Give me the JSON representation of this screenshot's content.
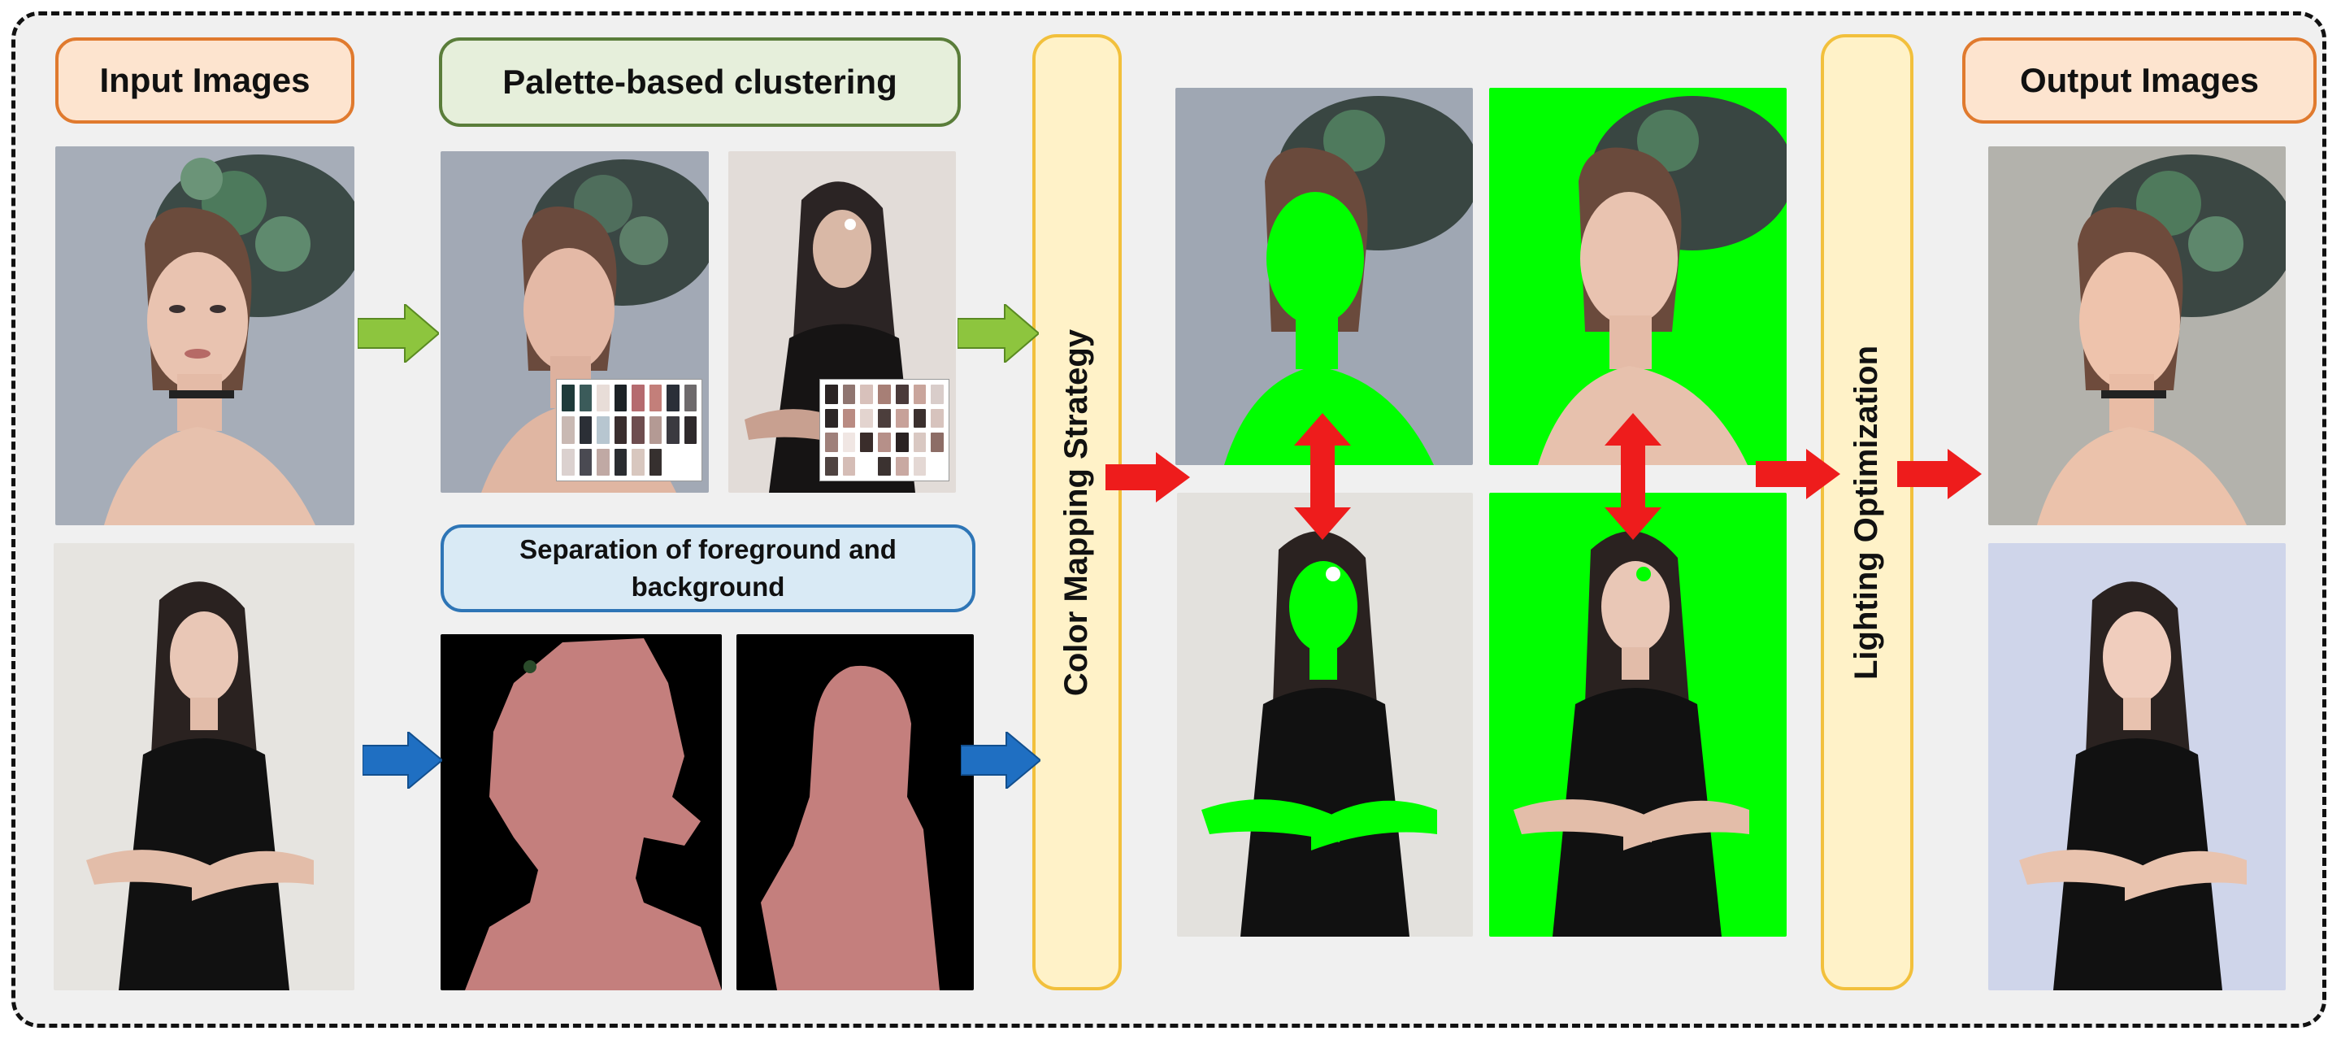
{
  "labels": {
    "input_images": "Input Images",
    "palette_clustering": "Palette-based clustering",
    "separation_line1": "Separation of foreground and",
    "separation_line2": "background",
    "color_mapping": "Color Mapping Strategy",
    "lighting": "Lighting Optimization",
    "output_images": "Output Images"
  },
  "colors": {
    "arrow_green": "#8dc53e",
    "arrow_blue": "#1f6fc2",
    "arrow_red": "#ee1c1c",
    "mask_fg": "#c47f7d",
    "mask_bg": "#000000",
    "green_screen": "#00ff00"
  },
  "palettes": {
    "palette1": [
      "#1f3b3a",
      "#3b5b5a",
      "#e8ddd8",
      "#1c2226",
      "#b56b6f",
      "#c37f7a",
      "#2a2f38",
      "#6e6a6c",
      "#c9b9b3",
      "#2b2f36",
      "#b7c6d0",
      "#3a2e2e",
      "#6e4d4f",
      "#b49a94",
      "#3b3a40",
      "#2f2a2c",
      "#dbd1cf",
      "#4a4a52",
      "#c0a9a4",
      "#2a2d31",
      "#d8c7bf",
      "#36302f",
      "#fff",
      "#fff"
    ],
    "palette2": [
      "#2b2424",
      "#8f7570",
      "#d8c1bb",
      "#a77f76",
      "#4a3a3a",
      "#c9a59c",
      "#d9cdca",
      "#2c2626",
      "#b98b82",
      "#e3d4cf",
      "#4c3e3c",
      "#c7a199",
      "#3b302e",
      "#d7c3bd",
      "#9f807a",
      "#f0e6e3",
      "#3a2d2b",
      "#b69089",
      "#2a2222",
      "#d9c8c2",
      "#8d6d66",
      "#4f4341",
      "#d5bdb6",
      "#fff",
      "#3b3230",
      "#c9a9a2",
      "#e4d8d4",
      "#fff"
    ]
  }
}
